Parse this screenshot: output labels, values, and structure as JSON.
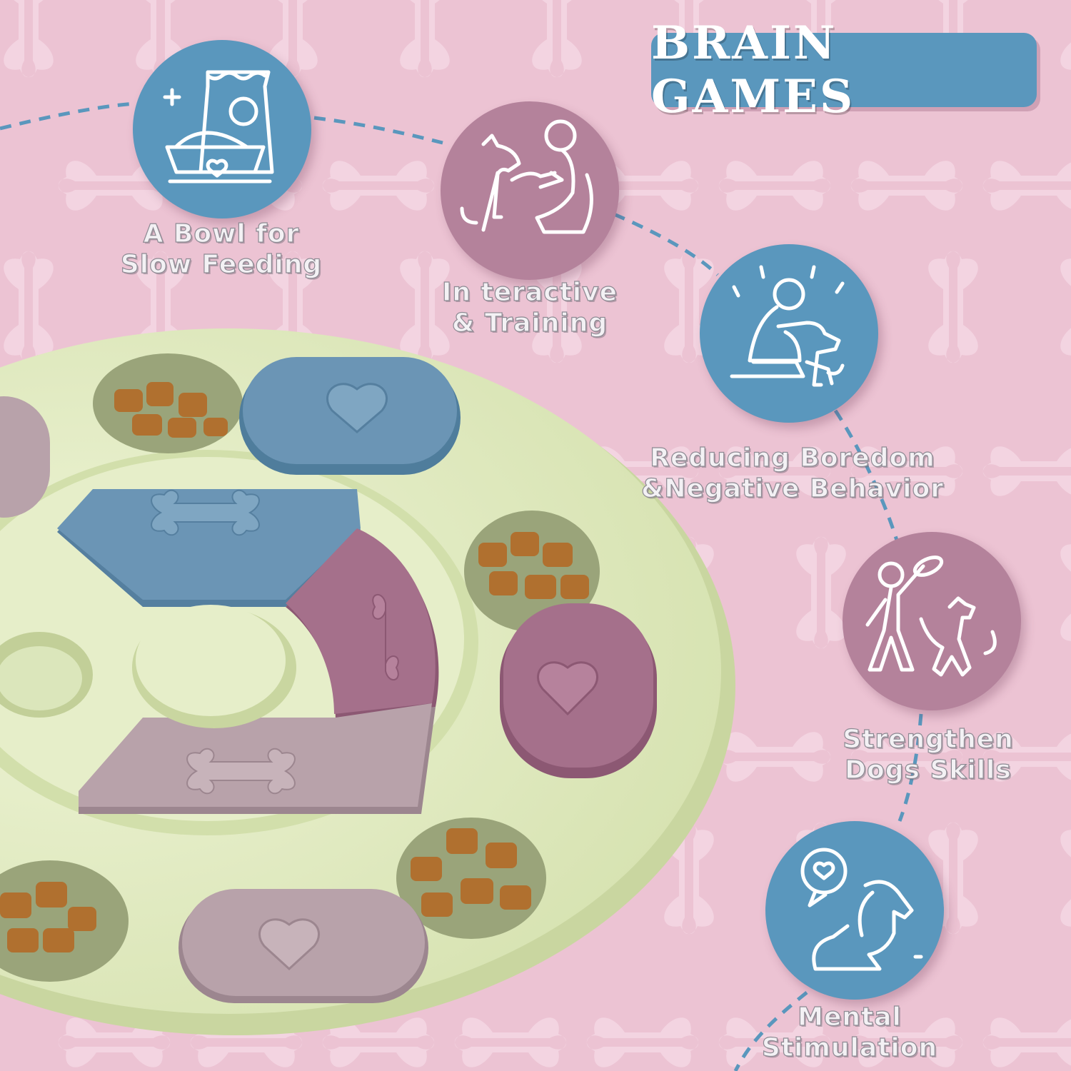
{
  "title": "BRAIN GAMES",
  "colors": {
    "background": "#ecc3d3",
    "bone_pattern": "#f6dae5",
    "accent_blue": "#5a97bd",
    "accent_mauve": "#b4829b",
    "puzzle_base": "#e3ecc7",
    "connector": "#5a97bd"
  },
  "features": [
    {
      "icon": "pet-food-bag-bowl-icon",
      "label_line1": "A Bowl for",
      "label_line2": "Slow Feeding"
    },
    {
      "icon": "dog-and-person-high-five-icon",
      "label_line1": "In teractive",
      "label_line2": "& Training"
    },
    {
      "icon": "person-hugging-dog-icon",
      "label_line1": "Reducing Boredom",
      "label_line2": "&Negative Behavior"
    },
    {
      "icon": "person-playing-frisbee-with-dog-icon",
      "label_line1": "Strengthen",
      "label_line2": "Dogs Skills"
    },
    {
      "icon": "dog-with-heart-speech-bubble-icon",
      "label_line1": "Mental",
      "label_line2": "Stimulation"
    }
  ],
  "product": {
    "name_icon": "dog-puzzle-feeder-toy",
    "slider_colors": [
      "#6b95b5",
      "#a5708b",
      "#b8a2aa"
    ]
  }
}
